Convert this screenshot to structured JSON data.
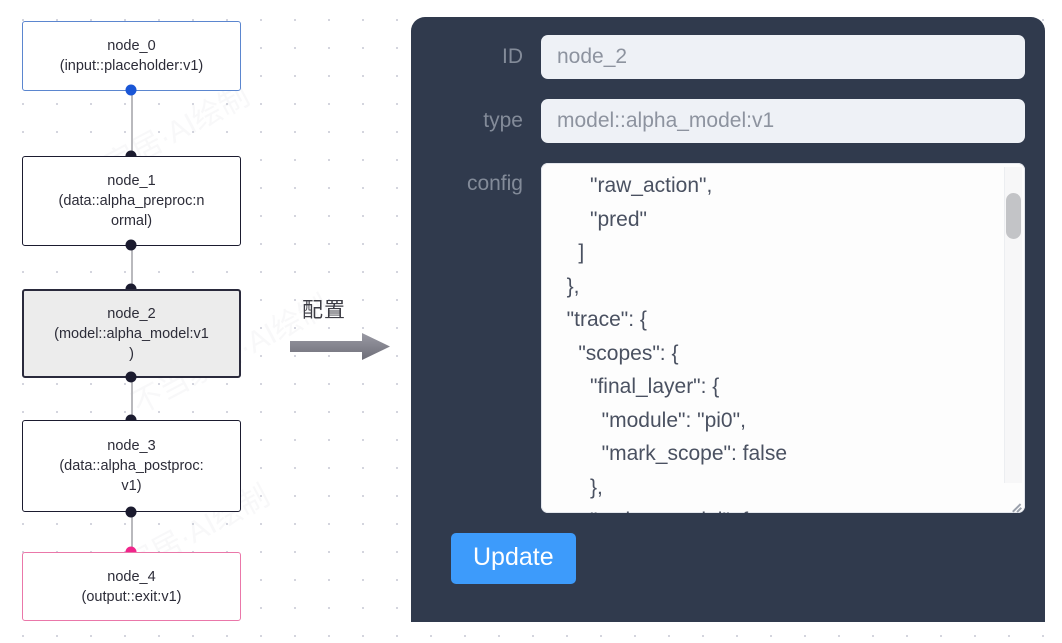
{
  "graph": {
    "nodes": [
      {
        "id": "node_0",
        "type_line": "(input::placeholder:v1)",
        "label": "node_0\n(input::placeholder:v1)",
        "variant": "input",
        "selected": false
      },
      {
        "id": "node_1",
        "type_line": "(data::alpha_preproc:normal)",
        "label": "node_1\n(data::alpha_preproc:n\normal)",
        "variant": "data",
        "selected": false
      },
      {
        "id": "node_2",
        "type_line": "(model::alpha_model:v1)",
        "label": "node_2\n(model::alpha_model:v1\n)",
        "variant": "model",
        "selected": true
      },
      {
        "id": "node_3",
        "type_line": "(data::alpha_postproc:v1)",
        "label": "node_3\n(data::alpha_postproc:\nv1)",
        "variant": "data",
        "selected": false
      },
      {
        "id": "node_4",
        "type_line": "(output::exit:v1)",
        "label": "node_4\n(output::exit:v1)",
        "variant": "output",
        "selected": false
      }
    ],
    "colors": {
      "input_border": "#5b86cf",
      "output_border": "#ea77a9",
      "default_border": "#1b1b2f",
      "selected_border": "#2a2a3c",
      "selected_fill": "#ececec",
      "edge": "#b9b9bd",
      "port": "#1b1b2f",
      "port_blue": "#1a56d6",
      "port_pink": "#f0258b"
    }
  },
  "arrow": {
    "label": "配置",
    "color": "#7c7c86"
  },
  "panel": {
    "background": "#303a4d",
    "fields": [
      {
        "label": "ID",
        "value": "node_2"
      },
      {
        "label": "type",
        "value": "model::alpha_model:v1"
      }
    ],
    "config": {
      "label": "config",
      "value": "      \"raw_action\",\n      \"pred\"\n    ]\n  },\n  \"trace\": {\n    \"scopes\": {\n      \"final_layer\": {\n        \"module\": \"pi0\",\n        \"mark_scope\": false\n      },\n      \"action_model\": {"
    },
    "update_label": "Update",
    "update_color": "#3d9bfb"
  },
  "watermark": {
    "text": "不当家居·AI绘制",
    "opacity": "0.085"
  }
}
